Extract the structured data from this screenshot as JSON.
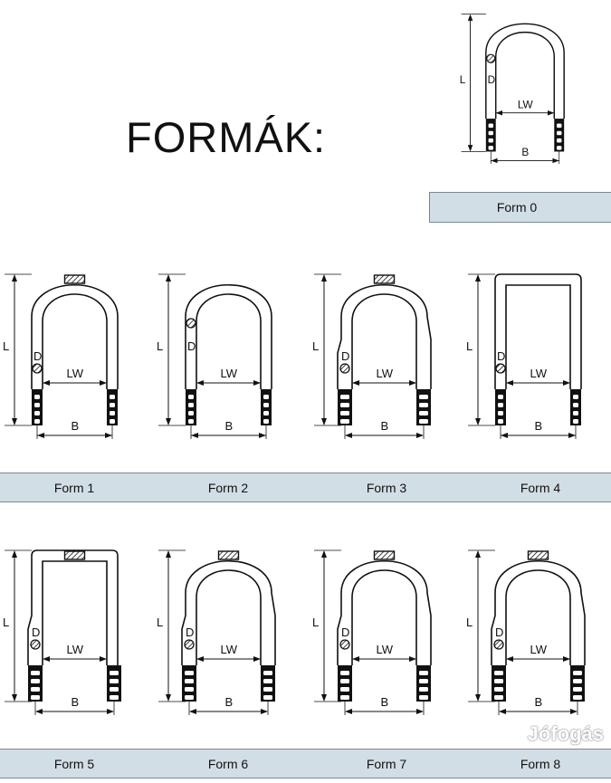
{
  "title": "FORMÁK:",
  "dimension_labels": {
    "L": "L",
    "D": "D",
    "LW": "LW",
    "B": "B"
  },
  "forms": [
    {
      "label": "Form 0",
      "top": "round",
      "pad": false,
      "taper": false,
      "d_high": true
    },
    {
      "label": "Form 1",
      "top": "round",
      "pad": true,
      "taper": false,
      "d_high": false
    },
    {
      "label": "Form 2",
      "top": "round",
      "pad": false,
      "taper": false,
      "d_high": true
    },
    {
      "label": "Form 3",
      "top": "round",
      "pad": true,
      "taper": true,
      "d_high": false
    },
    {
      "label": "Form 4",
      "top": "square",
      "pad": false,
      "taper": false,
      "d_high": false
    },
    {
      "label": "Form 5",
      "top": "square",
      "pad": true,
      "taper": true,
      "d_high": false
    },
    {
      "label": "Form 6",
      "top": "round",
      "pad": true,
      "taper": true,
      "d_high": false
    },
    {
      "label": "Form 7",
      "top": "round",
      "pad": true,
      "taper": true,
      "d_high": false
    },
    {
      "label": "Form 8",
      "top": "round",
      "pad": true,
      "taper": true,
      "d_high": false
    }
  ],
  "watermark": "Jófogás"
}
